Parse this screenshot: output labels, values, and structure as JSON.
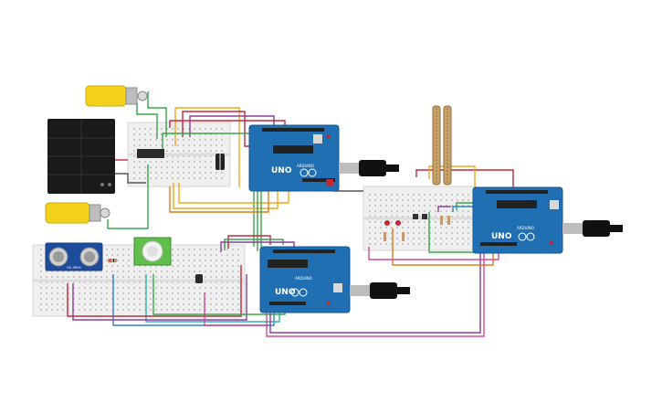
{
  "arduino_boards": [
    {
      "id": "uno-top-left",
      "label": "UNO",
      "brand_text": "ARDUINO"
    },
    {
      "id": "uno-bottom-center",
      "label": "UNO",
      "brand_text": "ARDUINO"
    },
    {
      "id": "uno-right",
      "label": "UNO",
      "brand_text": "ARDUINO"
    }
  ],
  "ultrasonic_sensor": {
    "label": "HC-SR04"
  },
  "colors": {
    "arduino_blue": "#1f6fb2",
    "breadboard": "#efefef",
    "battery_black": "#1a1a1a",
    "motor_yellow": "#f3d21b",
    "pir_green": "#5fbf4a",
    "flex_sensor": "#c9a26a"
  },
  "wire_colors": [
    "#3aa64a",
    "#f2a81d",
    "#c0283c",
    "#8a3c9c",
    "#2f7fd6",
    "#e07b1a",
    "#2bb3b3",
    "#555555",
    "#d04a9a"
  ]
}
